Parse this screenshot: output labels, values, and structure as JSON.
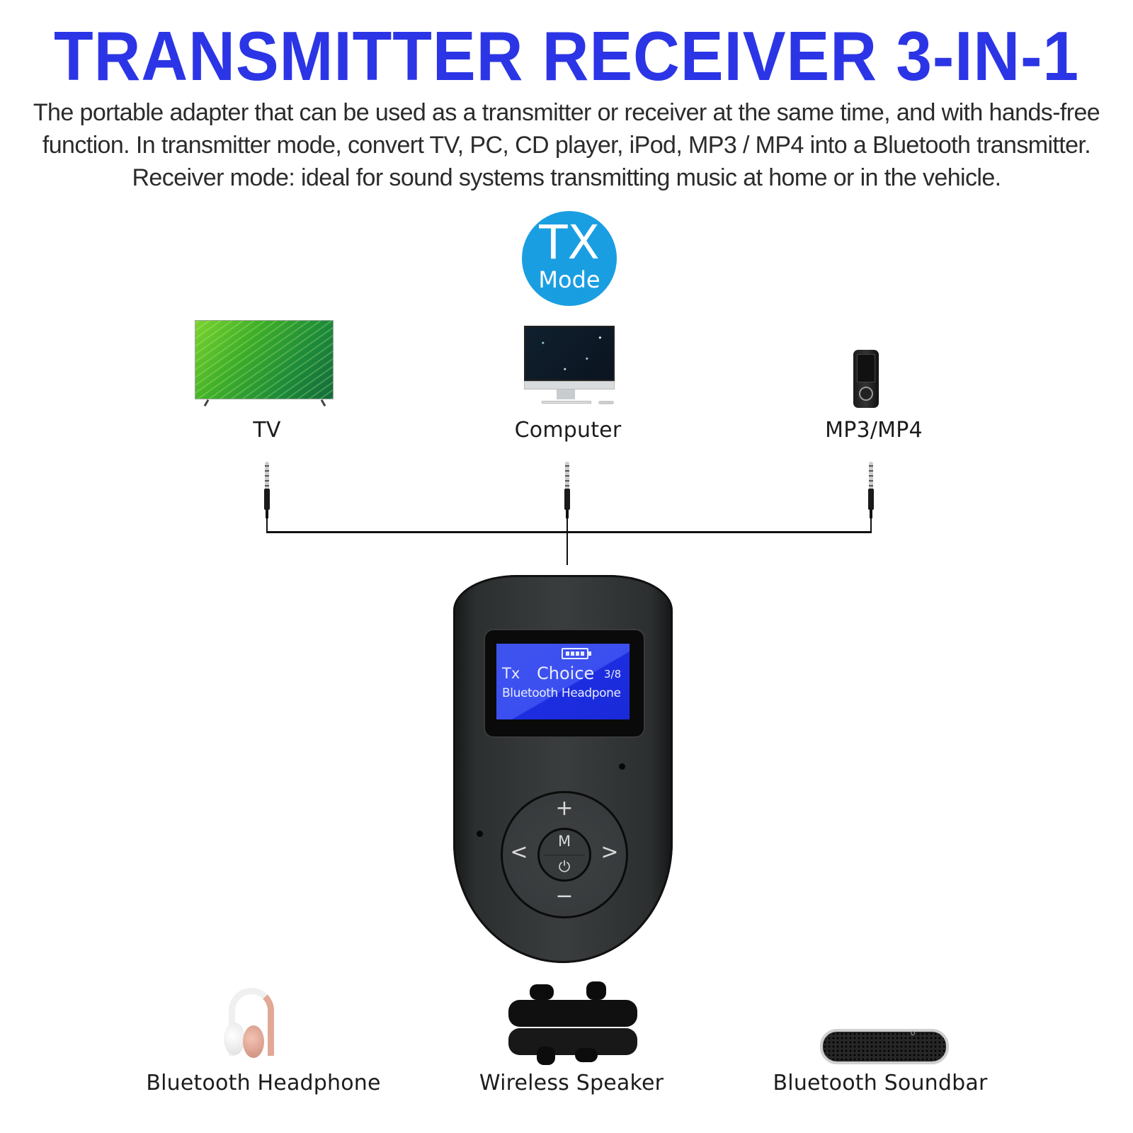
{
  "header": {
    "title": "TRANSMITTER RECEIVER 3-IN-1",
    "description_lines": [
      "The portable adapter that can be used as a transmitter or receiver at the same time, and with hands-free",
      "function. In transmitter mode, convert TV, PC, CD player, iPod, MP3 / MP4 into a Bluetooth transmitter.",
      "Receiver mode: ideal for sound systems transmitting music at home or in the vehicle."
    ]
  },
  "mode_badge": {
    "big": "TX",
    "small": "Mode",
    "color": "#1a9ee2"
  },
  "sources": [
    {
      "label": "TV",
      "icon": "tv-icon"
    },
    {
      "label": "Computer",
      "icon": "desktop-computer-icon"
    },
    {
      "label": "MP3/MP4",
      "icon": "mp3-player-icon"
    }
  ],
  "device": {
    "lcd": {
      "mode": "Tx",
      "title": "Choice",
      "count": "3/8",
      "device_name": "Bluetooth Headpone",
      "battery_icon": "battery-full-icon"
    },
    "buttons": {
      "up": "+",
      "down": "−",
      "left": "<",
      "right": ">",
      "center_top": "M",
      "center_bottom": "⏻"
    }
  },
  "sinks": [
    {
      "label": "Bluetooth Headphone",
      "icon": "headphone-icon"
    },
    {
      "label": "Wireless Speaker",
      "icon": "wireless-earbuds-speaker-icon"
    },
    {
      "label": "Bluetooth Soundbar",
      "icon": "soundbar-icon"
    }
  ],
  "colors": {
    "headline": "#2b35e6",
    "lcd_blue": "#3b4ff0",
    "device_body": "#2c2f30"
  }
}
